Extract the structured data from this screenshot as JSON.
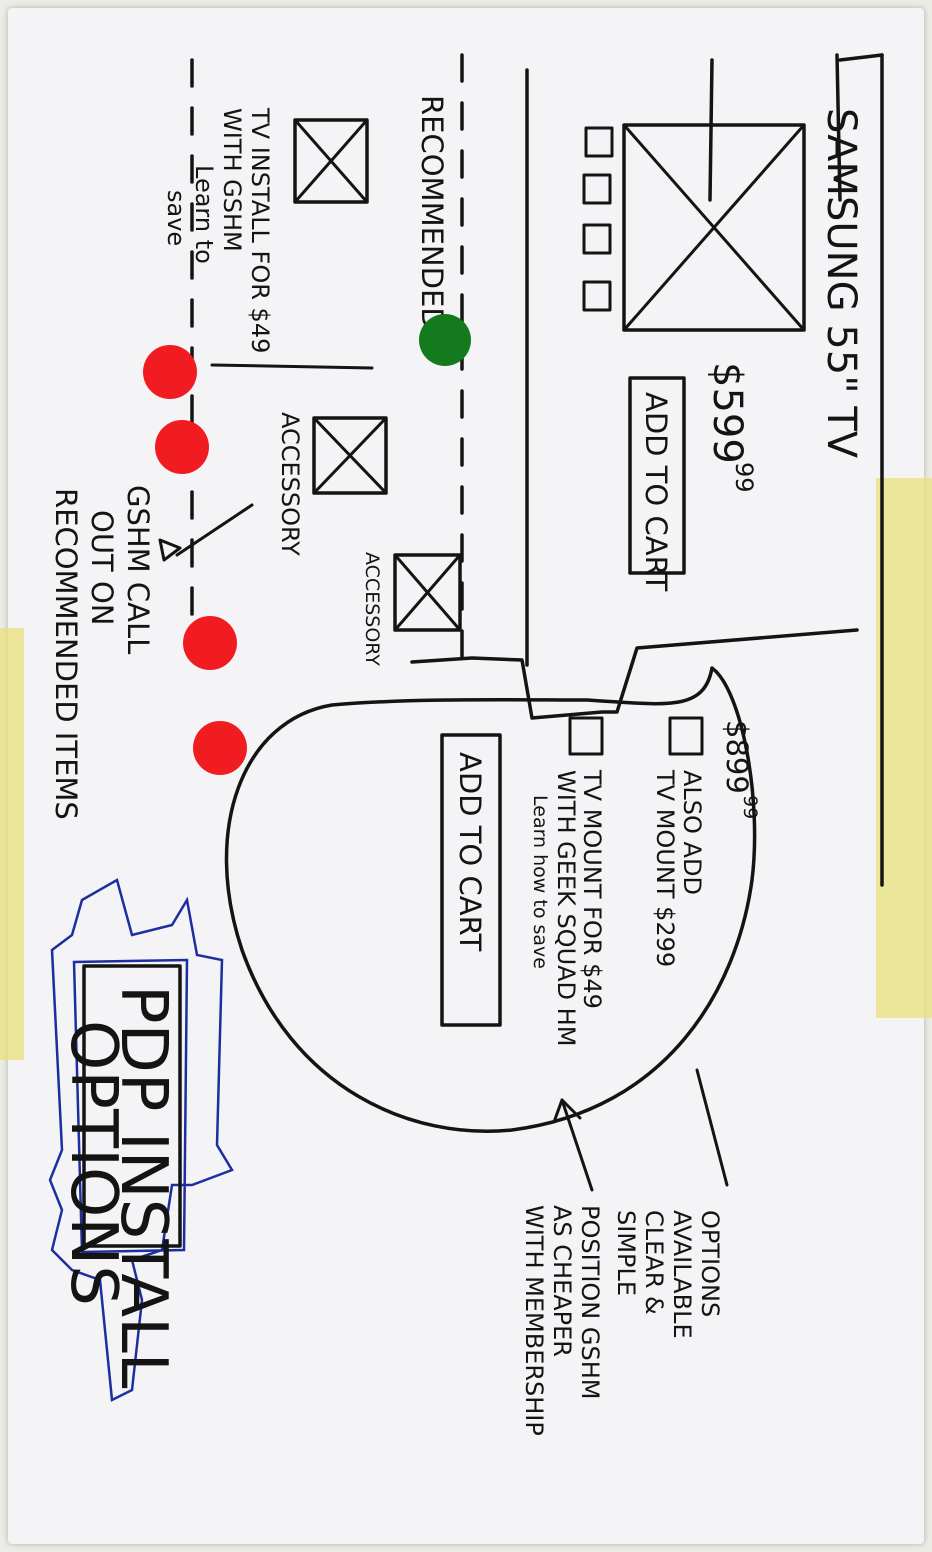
{
  "product": {
    "title": "SAMSUNG 55\" TV",
    "price": "$599",
    "price_cents": "99",
    "add_to_cart": "ADD TO CART"
  },
  "recommended": {
    "heading": "RECOMMENDED",
    "install_line1": "TV INSTALL FOR $49",
    "install_line2": "WITH GSHM",
    "install_line3": "Learn to",
    "install_line4": "save",
    "accessory_1": "ACCESSORY",
    "accessory_2": "ACCESSORY"
  },
  "options_panel": {
    "price": "$899",
    "price_cents": "99",
    "option1_line1": "ALSO ADD",
    "option1_line2": "TV MOUNT  $299",
    "option2_line1": "TV MOUNT FOR $49",
    "option2_line2": "WITH GEEK SQUAD HM",
    "option2_line3": "Learn how to save",
    "add_to_cart": "ADD TO CART"
  },
  "notes": {
    "options_1": "OPTIONS",
    "options_2": "AVAILABLE",
    "options_3": "CLEAR &",
    "options_4": "SIMPLE",
    "gshm_1": "POSITION GSHM",
    "gshm_2": "AS CHEAPER",
    "gshm_3": "WITH MEMBERSHIP",
    "callout_1": "GSHM CALL",
    "callout_2": "OUT ON",
    "callout_3": "RECOMMENDED ITEMS"
  },
  "banner": {
    "line1": "PDP INSTALL",
    "line2": "OPTIONS"
  },
  "dots": {
    "green_color": "#137a1e",
    "red_color": "#f01c22",
    "green_count": 1,
    "red_count": 4
  }
}
